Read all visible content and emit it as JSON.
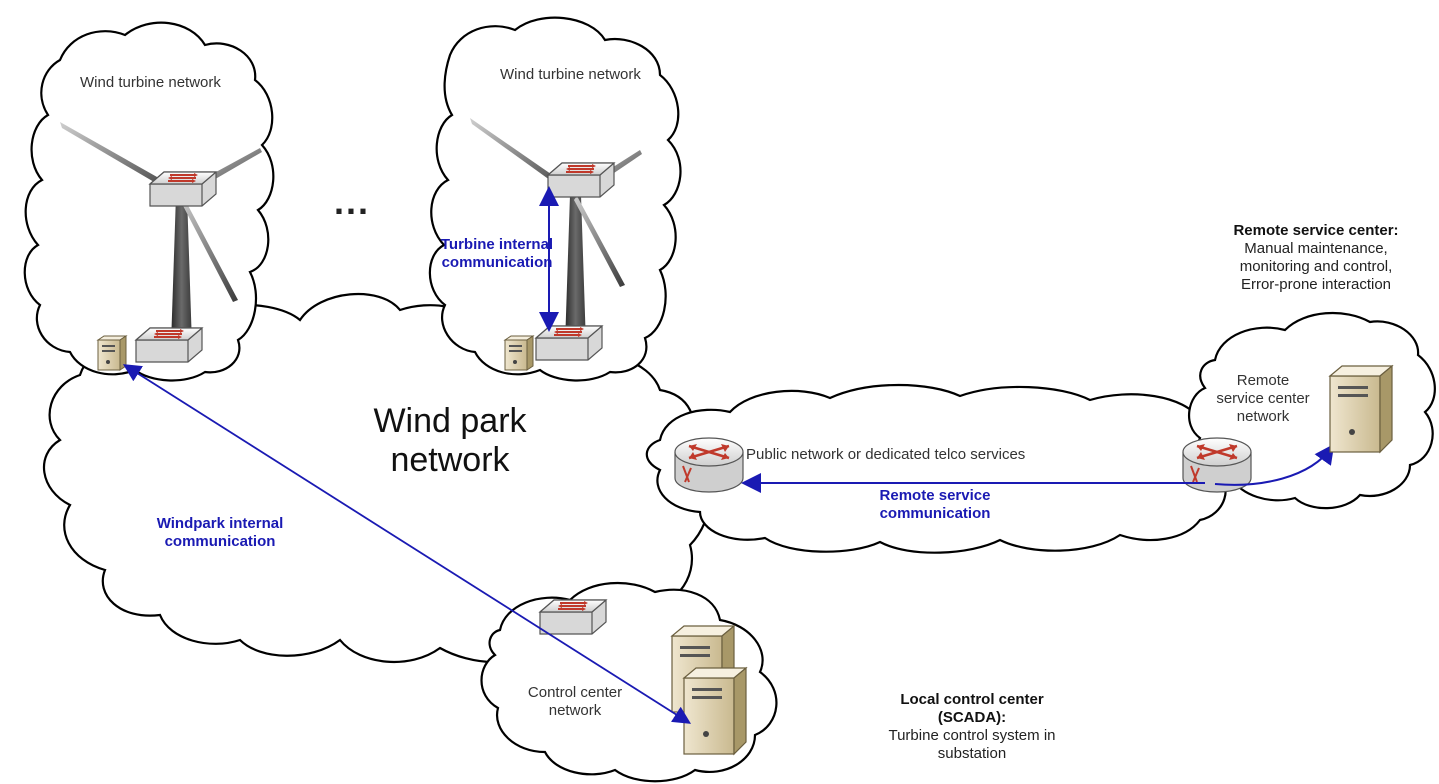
{
  "turbine_cloud_1": {
    "title": "Wind turbine network"
  },
  "turbine_cloud_2": {
    "title": "Wind turbine network"
  },
  "ellipsis": "...",
  "wind_park": {
    "title_line1": "Wind park",
    "title_line2": "network"
  },
  "turbine_internal": {
    "line1": "Turbine internal",
    "line2": "communication"
  },
  "windpark_internal": {
    "line1": "Windpark internal",
    "line2": "communication"
  },
  "public_network": {
    "label": "Public network or dedicated telco services"
  },
  "remote_comm": {
    "line1": "Remote service",
    "line2": "communication"
  },
  "remote_cloud": {
    "line1": "Remote",
    "line2": "service center",
    "line3": "network"
  },
  "control_cloud": {
    "line1": "Control center",
    "line2": "network"
  },
  "remote_center": {
    "title": "Remote service center:",
    "lines": [
      "Manual maintenance,",
      "monitoring and control,",
      "Error-prone interaction"
    ]
  },
  "local_center": {
    "title_line1": "Local control center",
    "title_line2": "(SCADA):",
    "desc_line1": "Turbine control system in",
    "desc_line2": "substation"
  },
  "colors": {
    "link": "#1a1ab3",
    "switch_arrow": "#c0392b",
    "cloud_stroke": "#000000"
  }
}
